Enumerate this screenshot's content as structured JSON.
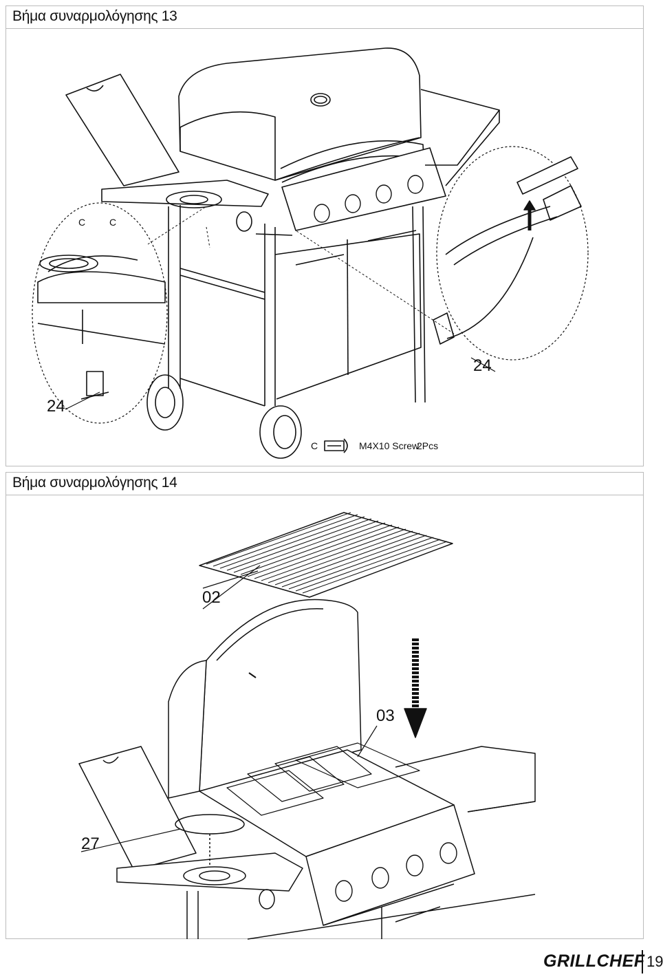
{
  "step13": {
    "title": "Βήμα συναρμολόγησης 13",
    "callout_left": "24",
    "callout_right": "24",
    "screw_letter_1": "C",
    "screw_letter_2": "C",
    "hardware": {
      "letter": "C",
      "name": "M4X10 Screw",
      "qty": "2Pcs"
    }
  },
  "step14": {
    "title": "Βήμα συναρμολόγησης 14",
    "callout_grate": "02",
    "callout_flame_tamer": "03",
    "callout_burner": "27"
  },
  "footer": {
    "brand": "GRILLCHEF",
    "page_number": "19"
  }
}
